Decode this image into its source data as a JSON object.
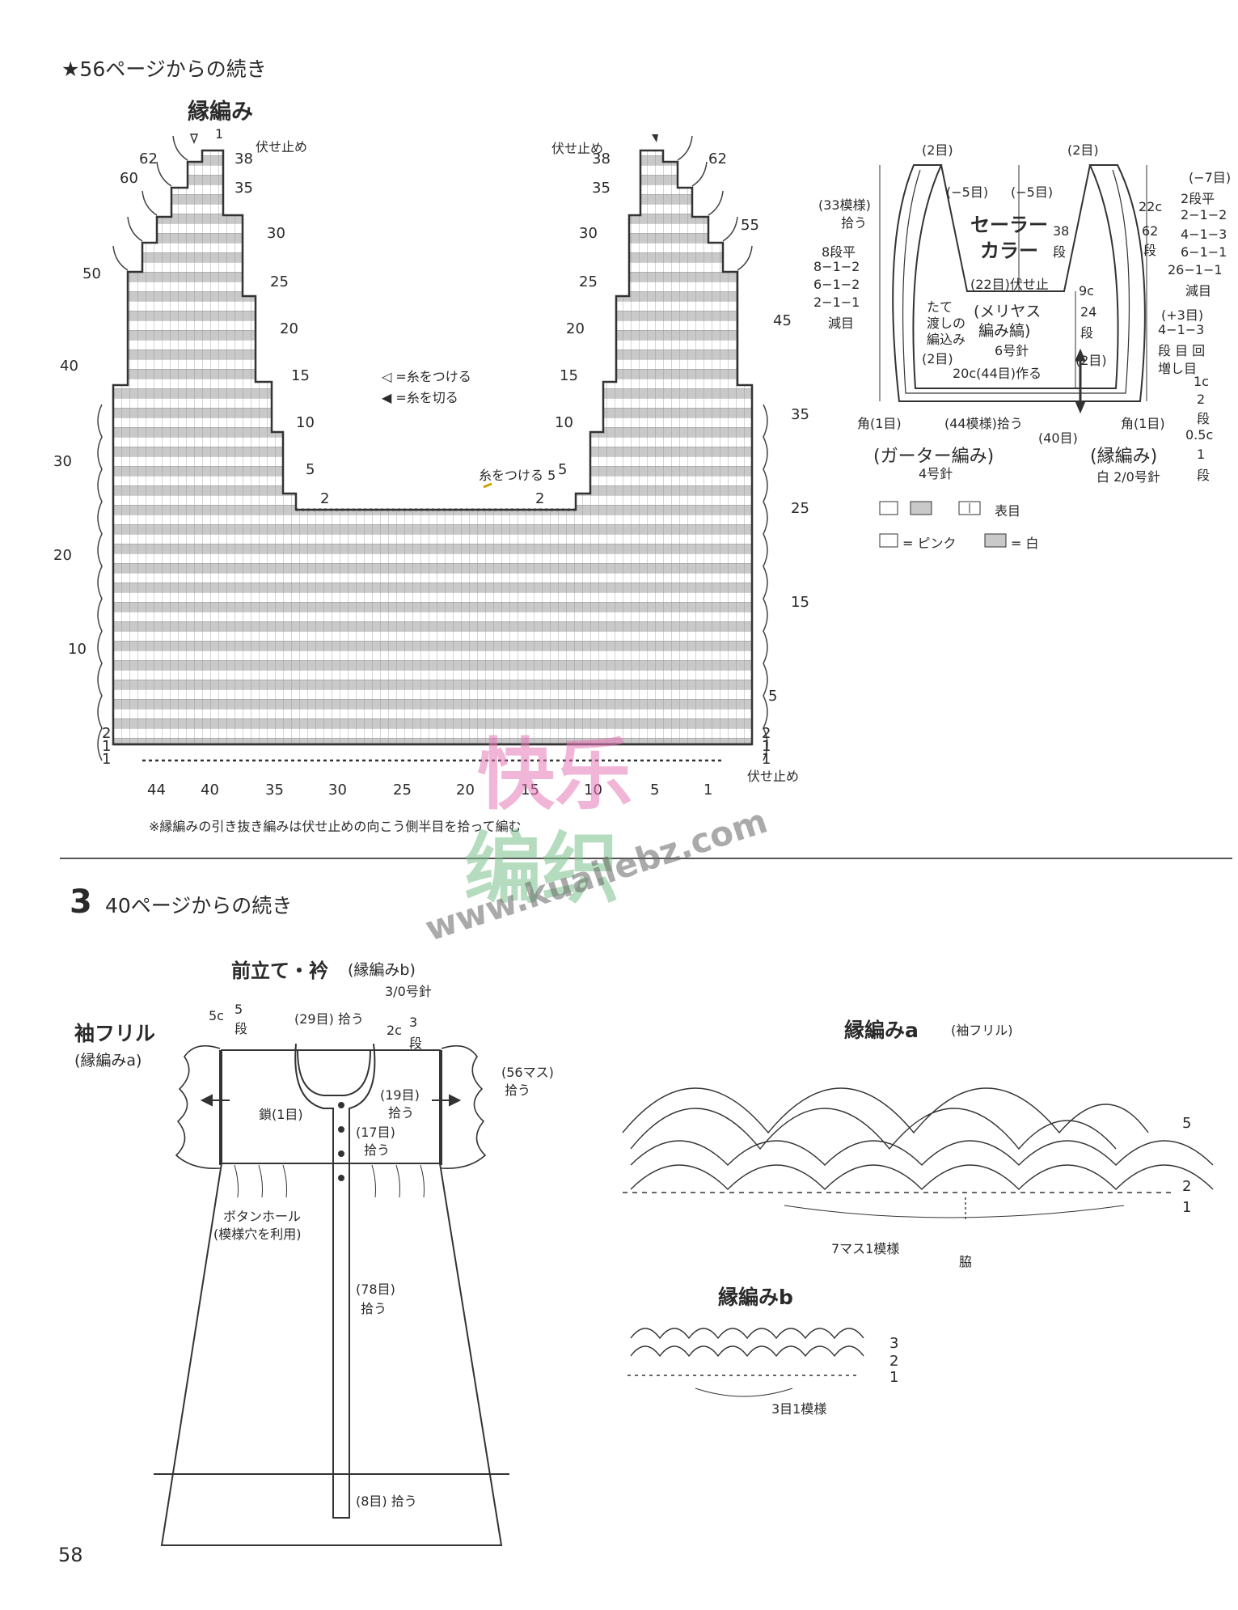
{
  "header": {
    "continued": "★56ページからの続き",
    "section3_number": "3",
    "section3_continued": "40ページからの続き",
    "page_number": "58"
  },
  "bib": {
    "title": "縁編み",
    "left_top_row": "1",
    "bind_off_left": "伏せ止め",
    "bind_off_right": "伏せ止め",
    "bind_off_bottom": "伏せ止め",
    "right_rows": [
      "38",
      "35",
      "30",
      "25",
      "20",
      "15",
      "10",
      "5",
      "2"
    ],
    "left_rows": [
      "62",
      "60",
      "50",
      "40",
      "30",
      "20",
      "10"
    ],
    "right_shoulder_left_rows": [
      "38",
      "35",
      "30",
      "25",
      "20",
      "15",
      "10",
      "5",
      "2"
    ],
    "right_edge_rows": [
      "62",
      "55",
      "45",
      "35",
      "25",
      "15",
      "5"
    ],
    "bottom_left_rows": [
      "2",
      "1",
      "1"
    ],
    "bottom_right_rows": [
      "2",
      "1",
      "1"
    ],
    "bottom_numbers": [
      "44",
      "40",
      "35",
      "30",
      "25",
      "20",
      "15",
      "10",
      "5",
      "1"
    ],
    "legend_attach": "◁ =糸をつける",
    "legend_cut": "◀ =糸を切る",
    "attach_yarn": "糸をつける 5",
    "note": "※縁編みの引き抜き編みは伏せ止めの向こう側半目を拾って編む"
  },
  "collar": {
    "name_line1": "セーラー",
    "name_line2": "カラー",
    "top_left": "(2目)",
    "top_right": "(2目)",
    "minus5_left": "(−5目)",
    "minus5_right": "(−5目)",
    "rows_38": "38",
    "rows_38_unit": "段",
    "pick_33": "(33模様)",
    "pick_33b": "拾う",
    "dec_left": [
      "8段平",
      "8−1−2",
      "6−1−2",
      "2−1−1",
      "減目"
    ],
    "bindoff_22": "(22目)伏せ止",
    "cm_9": "9c",
    "rows_24": "24",
    "rows_24_unit": "段",
    "intarsia": [
      "たて",
      "渡しの",
      "編込み"
    ],
    "stockinette_stripe": [
      "(メリヤス",
      "編み縞)",
      "6号針"
    ],
    "two_left": "(2目)",
    "two_right": "(2目)",
    "cast_on": "20c(44目)作る",
    "corner_left": "角(1目)",
    "corner_right": "角(1目)",
    "pick_44": "(44模様)拾う",
    "count_40": "(40目)",
    "garter": "(ガーター編み)",
    "garter_needle": "4号針",
    "edging": "(縁編み)",
    "edging_color_needle": "白 2/0号針",
    "right_22c": "22c",
    "right_62": "62",
    "right_dan": "段",
    "right_dec": [
      "(−7目)",
      "2段平",
      "2−1−2",
      "4−1−3",
      "6−1−1",
      "26−1−1",
      "減目"
    ],
    "right_inc": [
      "(+3目)",
      "4−1−3",
      "段 目 回",
      "増し目"
    ],
    "right_1c": "1c",
    "right_2": "2",
    "right_2_unit": "段",
    "right_05c": "0.5c",
    "right_1": "1",
    "right_1_unit": "段",
    "legend_knit": "表目",
    "legend_pink": "= ピンク",
    "legend_white": "= 白"
  },
  "dress": {
    "placket_title": "前立て・衿",
    "placket_sub": "(縁編みb)",
    "placket_needle": "3/0号針",
    "sleeve_title": "袖フリル",
    "sleeve_sub": "(縁編みa)",
    "c5": "5c",
    "rows5": "5",
    "rows_unit": "段",
    "pick29": "(29目) 拾う",
    "c2": "2c",
    "rows3": "3",
    "pick56": "(56マス)",
    "pick56b": "拾う",
    "chain1": "鎖(1目)",
    "pick19": "(19目)",
    "pick19b": "拾う",
    "pick17": "(17目)",
    "pick17b": "拾う",
    "buttonhole": "ボタンホール",
    "buttonhole_sub": "(模様穴を利用)",
    "pick78": "(78目)",
    "pick78b": "拾う",
    "pick8": "(8目) 拾う"
  },
  "edging_a": {
    "title": "縁編みa",
    "sub": "(袖フリル)",
    "rows": [
      "5",
      "2",
      "1"
    ],
    "repeat": "7マス1模様",
    "side": "脇"
  },
  "edging_b": {
    "title": "縁編みb",
    "rows": [
      "3",
      "2",
      "1"
    ],
    "repeat": "3目1模様"
  },
  "watermark": {
    "cn1": "快乐",
    "cn2": "编织",
    "url": "www.kuailebz.com"
  }
}
